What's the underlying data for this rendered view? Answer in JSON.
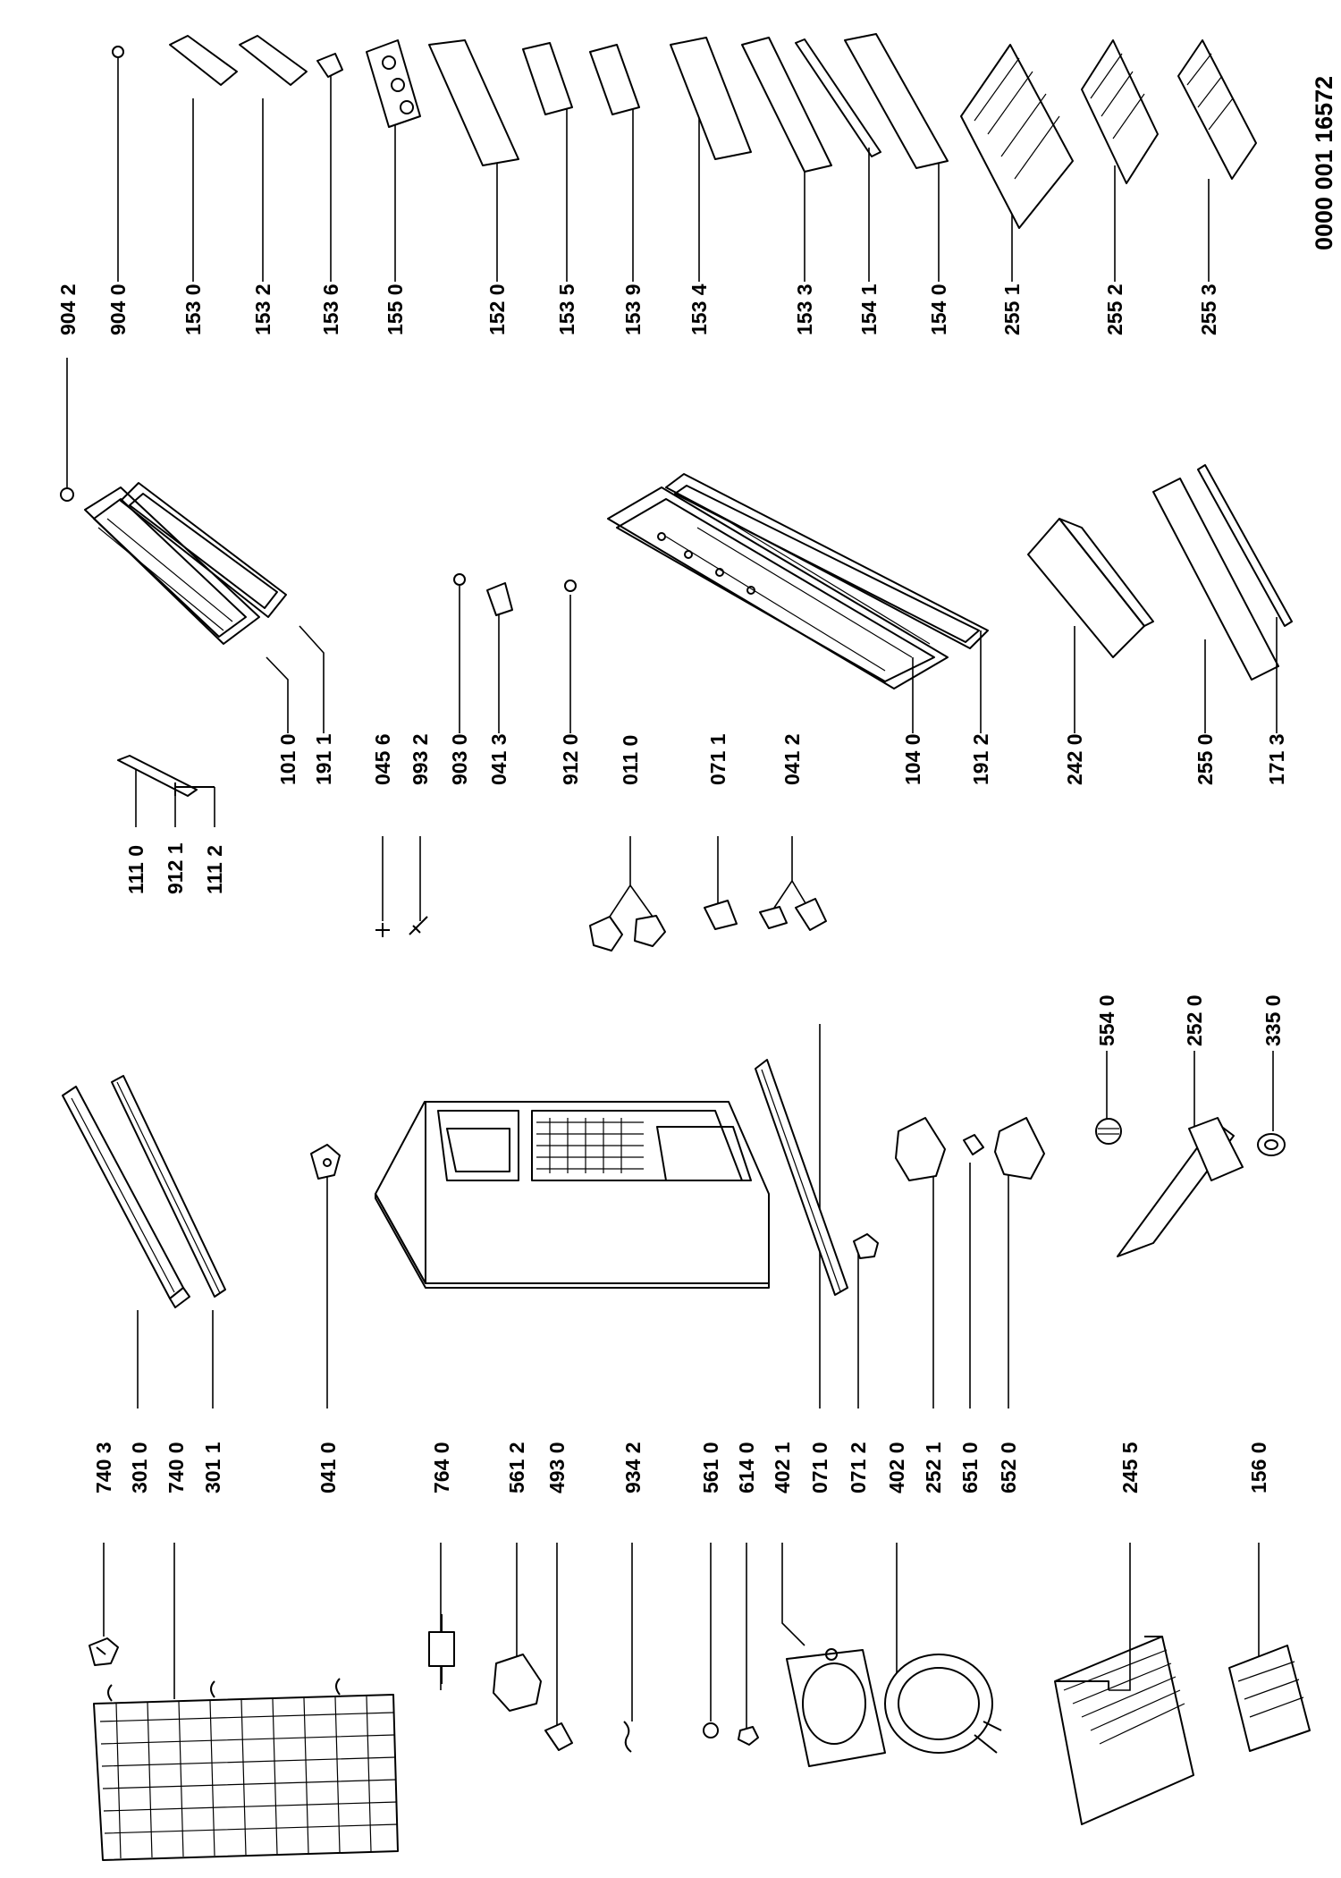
{
  "document_number": "0000 001 16572",
  "parts": {
    "p7403": "740 3",
    "p3010": "301 0",
    "p7400": "740 0",
    "p3011": "301 1",
    "p0410": "041 0",
    "p7640": "764 0",
    "p5612": "561 2",
    "p4930": "493 0",
    "p9342": "934 2",
    "p5610": "561 0",
    "p6140": "614 0",
    "p4021": "402 1",
    "p0710": "071 0",
    "p0712": "071 2",
    "p4020": "402 0",
    "p2521": "252 1",
    "p6510": "651 0",
    "p6520": "652 0",
    "p2455": "245 5",
    "p1560": "156 0",
    "p5540": "554 0",
    "p2520": "252 0",
    "p3350": "335 0",
    "p1110": "111 0",
    "p9121": "912 1",
    "p1112": "111 2",
    "p1010": "101 0",
    "p1911": "191 1",
    "p0456": "045 6",
    "p9932": "993 2",
    "p9030": "903 0",
    "p0413": "041 3",
    "p9120": "912 0",
    "p0110": "011 0",
    "p0711": "071 1",
    "p0412": "041 2",
    "p1040": "104 0",
    "p1912": "191 2",
    "p2420": "242 0",
    "p2550": "255 0",
    "p1713": "171 3",
    "p9042": "904 2",
    "p9040": "904 0",
    "p1530": "153 0",
    "p1532": "153 2",
    "p1536": "153 6",
    "p1550": "155 0",
    "p1520": "152 0",
    "p1535": "153 5",
    "p1539": "153 9",
    "p1534": "153 4",
    "p1533": "153 3",
    "p1541": "154 1",
    "p1540": "154 0",
    "p2551": "255 1",
    "p2552": "255 2",
    "p2553": "255 3"
  }
}
